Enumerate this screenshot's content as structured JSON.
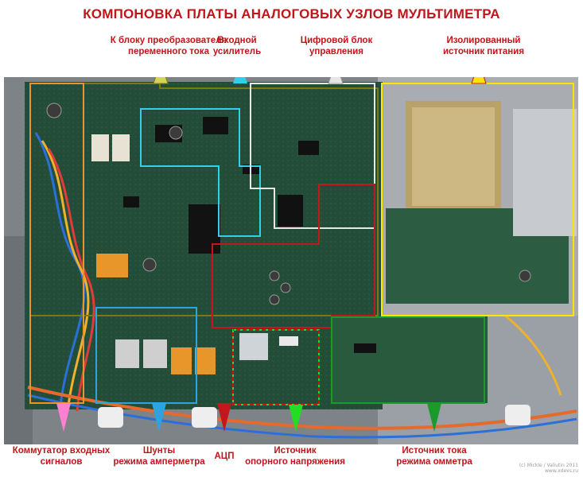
{
  "title": "КОМПОНОВКА ПЛАТЫ АНАЛОГОВЫХ УЗЛОВ МУЛЬТИМЕТРА",
  "labels": {
    "ac_converter": [
      "К блоку преобразователя",
      "переменного тока"
    ],
    "input_amp": [
      "Входной",
      "усилитель"
    ],
    "digital_ctrl": [
      "Цифровой блок",
      "управления"
    ],
    "isolated_psu": [
      "Изолированный",
      "источник питания"
    ],
    "input_switch": [
      "Коммутатор входных",
      "сигналов"
    ],
    "shunts": [
      "Шунты",
      "режима амперметра"
    ],
    "adc": [
      "АЦП"
    ],
    "voltage_ref": [
      "Источник",
      "опорного напряжения"
    ],
    "ohm_source": [
      "Источник тока",
      "режима омметра"
    ]
  },
  "credit": [
    "(c) Mickle / Valiutin 2011",
    "www.xdevs.ru"
  ],
  "colors": {
    "title": "#c0161b",
    "ac_converter": "#7a7a10",
    "input_amp": "#30d0e8",
    "digital_ctrl": "#e6e6e6",
    "isolated_psu": "#ffe500",
    "input_switch": "#ff7fd0",
    "shunts": "#2fa3e0",
    "adc": "#c4161b",
    "voltage_ref": "#22dd22",
    "ohm_source": "#1a9a2a",
    "board": "#1f4a34",
    "chassis": "#8a8f94"
  }
}
